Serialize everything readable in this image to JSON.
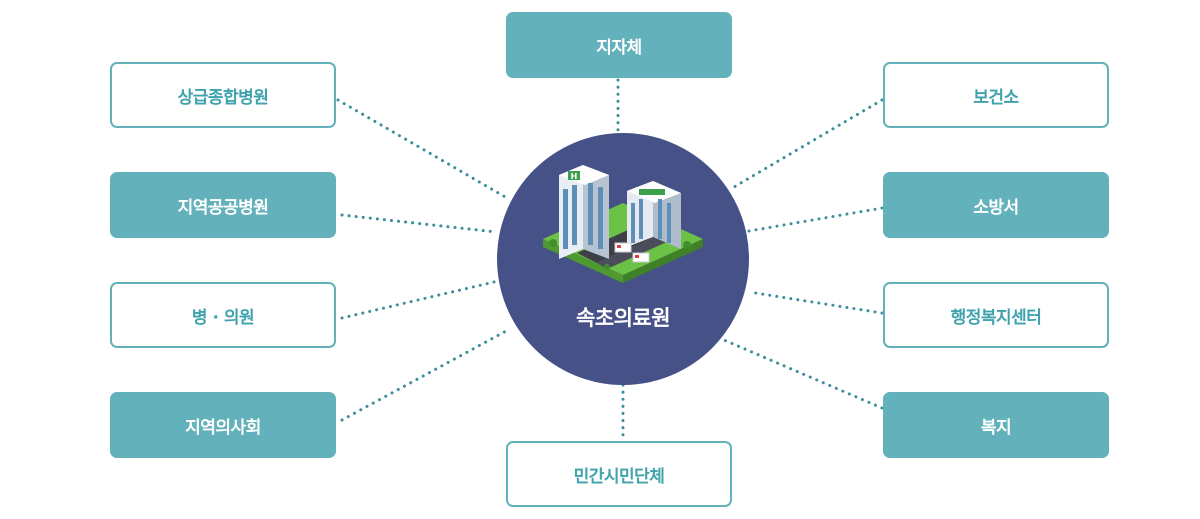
{
  "center": {
    "label": "속초의료원",
    "icon": "hospital-buildings-icon"
  },
  "nodes": {
    "top": "지자체",
    "left_1": "상급종합병원",
    "left_2": "지역공공병원",
    "left_3": "병 · 의원",
    "left_4": "지역의사회",
    "right_1": "보건소",
    "right_2": "소방서",
    "right_3": "행정복지센터",
    "right_4": "복지",
    "bottom": "민간시민단체"
  },
  "colors": {
    "teal": "#63b2bb",
    "teal_text": "#3fa3ad",
    "navy": "#465187",
    "connector": "#3a8f9a"
  }
}
